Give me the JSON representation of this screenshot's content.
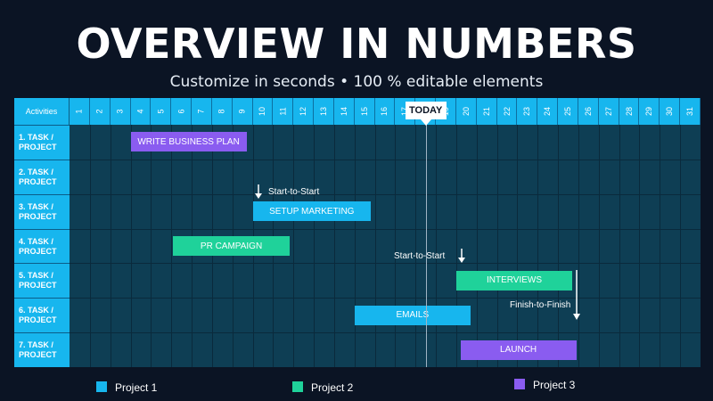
{
  "title": "OVERVIEW IN NUMBERS",
  "subtitle": "Customize in seconds • 100 % editable elements",
  "gantt": {
    "activities_label": "Activities",
    "days": [
      "1",
      "2",
      "3",
      "4",
      "5",
      "6",
      "7",
      "8",
      "9",
      "10",
      "11",
      "12",
      "13",
      "14",
      "15",
      "16",
      "17",
      "18",
      "19",
      "20",
      "21",
      "22",
      "23",
      "24",
      "25",
      "26",
      "27",
      "28",
      "29",
      "30",
      "31"
    ],
    "today_label": "TODAY",
    "today_day": 18,
    "rows": [
      {
        "line1": "1. TASK /",
        "line2": "PROJECT"
      },
      {
        "line1": "2. TASK /",
        "line2": "PROJECT"
      },
      {
        "line1": "3. TASK /",
        "line2": "PROJECT"
      },
      {
        "line1": "4. TASK /",
        "line2": "PROJECT"
      },
      {
        "line1": "5. TASK /",
        "line2": "PROJECT"
      },
      {
        "line1": "6. TASK /",
        "line2": "PROJECT"
      },
      {
        "line1": "7. TASK /",
        "line2": "PROJECT"
      }
    ],
    "bars": [
      {
        "label": "WRITE BUSINESS PLAN",
        "row": 0,
        "start": 4,
        "end": 9.7,
        "project": 3
      },
      {
        "label": "SETUP MARKETING",
        "row": 2,
        "start": 10,
        "end": 15.8,
        "project": 1
      },
      {
        "label": "PR CAMPAIGN",
        "row": 3,
        "start": 6.1,
        "end": 11.8,
        "project": 2
      },
      {
        "label": "INTERVIEWS",
        "row": 4,
        "start": 20,
        "end": 25.7,
        "project": 2
      },
      {
        "label": "EMAILS",
        "row": 5,
        "start": 15,
        "end": 20.7,
        "project": 1
      },
      {
        "label": "LAUNCH",
        "row": 6,
        "start": 20.2,
        "end": 25.9,
        "project": 3
      }
    ],
    "annotations": [
      {
        "label": "Start-to-Start"
      },
      {
        "label": "Start-to-Start"
      },
      {
        "label": "Finish-to-Finish"
      }
    ]
  },
  "legend": [
    {
      "label": "Project 1",
      "color": "#17b6ee"
    },
    {
      "label": "Project 2",
      "color": "#1fd29a"
    },
    {
      "label": "Project 3",
      "color": "#8a5cf0"
    }
  ],
  "colors": {
    "header": "#17b6ee",
    "grid": "#0e3e54",
    "project1": "#17b6ee",
    "project2": "#1fd29a",
    "project3": "#8a5cf0",
    "background": "#0b1424"
  }
}
